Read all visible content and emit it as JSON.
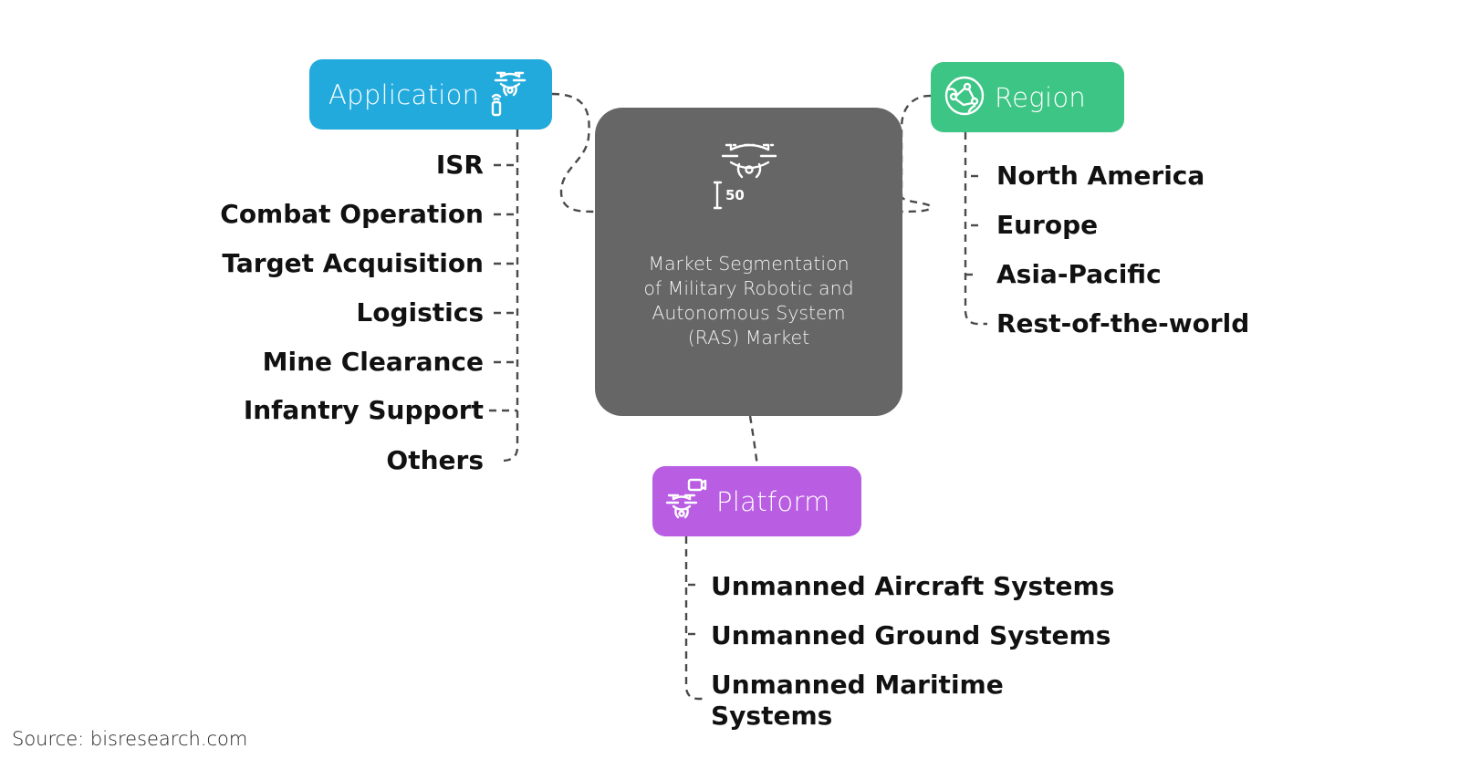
{
  "title": "Market Segmentation of Military Robotic and Autonomous System (RAS) Market",
  "center": {
    "icon": "drone-altitude-icon",
    "icon_caption": "50",
    "title_lines": [
      "Market Segmentation",
      "of Military Robotic and",
      "Autonomous System",
      "(RAS) Market"
    ],
    "color": "#666666"
  },
  "segments": {
    "application": {
      "label": "Application",
      "icon": "drone-remote-control-icon",
      "color": "#22aadd",
      "items": [
        "ISR",
        "Combat Operation",
        "Target Acquisition",
        "Logistics",
        "Mine Clearance",
        "Infantry Support",
        "Others"
      ]
    },
    "region": {
      "label": "Region",
      "icon": "globe-network-icon",
      "color": "#3dc585",
      "items": [
        "North America",
        "Europe",
        "Asia-Pacific",
        "Rest-of-the-world"
      ]
    },
    "platform": {
      "label": "Platform",
      "icon": "drone-camera-icon",
      "color": "#b95de3",
      "items": [
        "Unmanned Aircraft Systems",
        "Unmanned Ground Systems",
        "Unmanned Maritime Systems"
      ]
    }
  },
  "source": "Source: bisresearch.com"
}
